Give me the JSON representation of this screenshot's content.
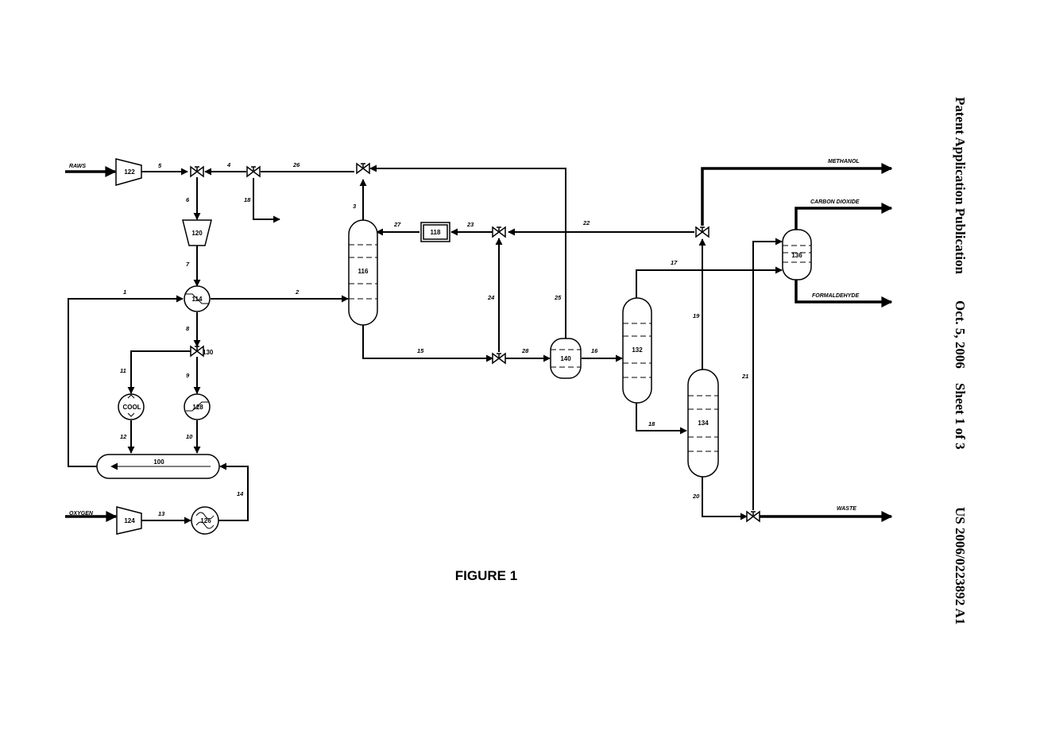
{
  "header": {
    "publication": "Patent Application Publication",
    "date": "Oct. 5, 2006",
    "sheet": "Sheet 1 of 3",
    "number": "US 2006/0223892 A1"
  },
  "figure_caption": "FIGURE 1",
  "inputs": {
    "raws": "RAWS",
    "oxygen": "OXYGEN"
  },
  "products": {
    "methanol": "METHANOL",
    "carbon_dioxide": "CARBON DIOXIDE",
    "formaldehyde": "FORMALDEHYDE",
    "waste": "WASTE"
  },
  "equipment": {
    "reactor": "100",
    "heat_exchanger_114": "114",
    "column_116": "116",
    "unit_118": "118",
    "compressor_120": "120",
    "compressor_122": "122",
    "compressor_124": "124",
    "heater_126": "126",
    "heater_128": "128",
    "valve_130": "130",
    "column_132": "132",
    "column_134": "134",
    "vessel_136": "136",
    "separator_140": "140",
    "cooler": "COOL"
  },
  "streams": {
    "s1": "1",
    "s2": "2",
    "s3": "3",
    "s4": "4",
    "s5": "5",
    "s6": "6",
    "s7": "7",
    "s8": "8",
    "s9": "9",
    "s10": "10",
    "s11": "11",
    "s12": "12",
    "s13": "13",
    "s14": "14",
    "s15": "15",
    "s16": "16",
    "s17": "17",
    "s18": "18",
    "s19": "19",
    "s20": "20",
    "s21": "21",
    "s22": "22",
    "s23": "23",
    "s24": "24",
    "s25": "25",
    "s26": "26",
    "s27": "27",
    "s28": "28",
    "s18b": "18"
  }
}
